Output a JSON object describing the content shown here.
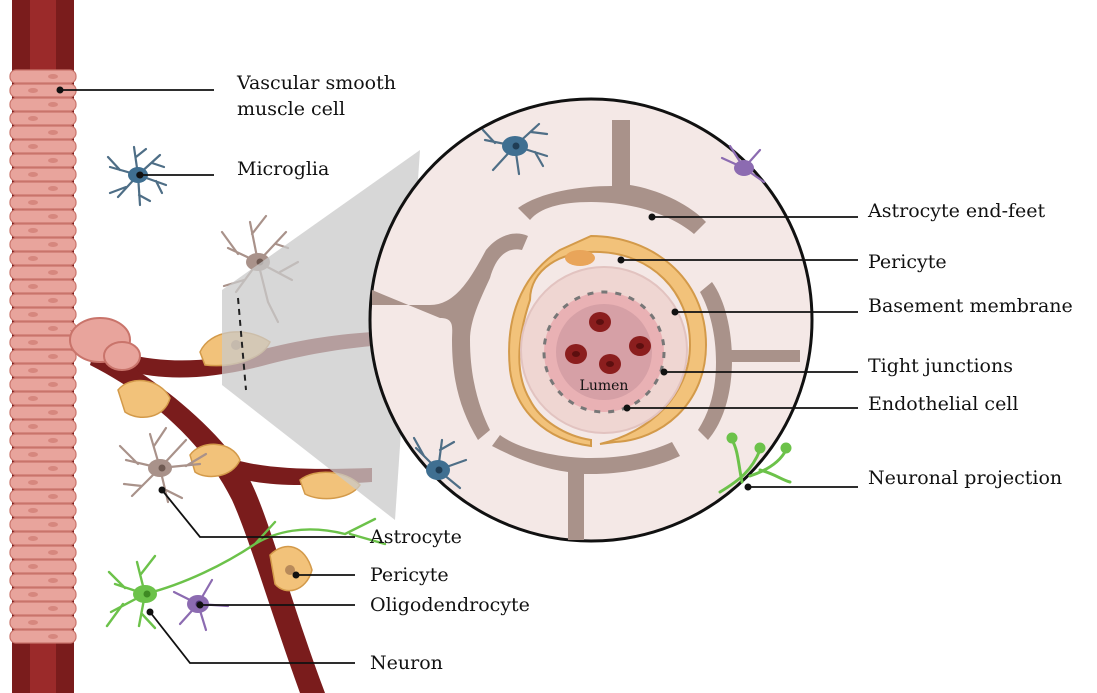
{
  "labels": {
    "vsmc_line1": "Vascular smooth",
    "vsmc_line2": "muscle cell",
    "microglia": "Microglia",
    "astrocyte_endfeet": "Astrocyte end-feet",
    "pericyte_right": "Pericyte",
    "basement_membrane": "Basement membrane",
    "tight_junctions": "Tight junctions",
    "endothelial_cell": "Endothelial cell",
    "neuronal_projection": "Neuronal projection",
    "astrocyte": "Astrocyte",
    "pericyte_left": "Pericyte",
    "oligodendrocyte": "Oligodendrocyte",
    "neuron": "Neuron",
    "lumen": "Lumen"
  },
  "colors": {
    "vessel_dark": "#7a1c1c",
    "vessel_mid": "#9b2a2a",
    "smooth_muscle": "#e8a49c",
    "smooth_muscle_edge": "#c9746b",
    "astrocyte": "#a9928a",
    "pericyte": "#f2c27a",
    "microglia": "#3f6f91",
    "oligodendrocyte": "#8c6bb1",
    "neuron": "#6cc24a",
    "zoom_bg": "#f4e8e6",
    "endothelium": "#e9b1b4",
    "red_cell": "#8b1e1e"
  },
  "icons": {
    "microglia": "microglia-cell-icon",
    "astrocyte": "astrocyte-cell-icon",
    "pericyte": "pericyte-cell-icon",
    "neuron": "neuron-cell-icon",
    "oligodendrocyte": "oligodendrocyte-cell-icon",
    "red_blood_cell": "red-blood-cell-icon"
  }
}
